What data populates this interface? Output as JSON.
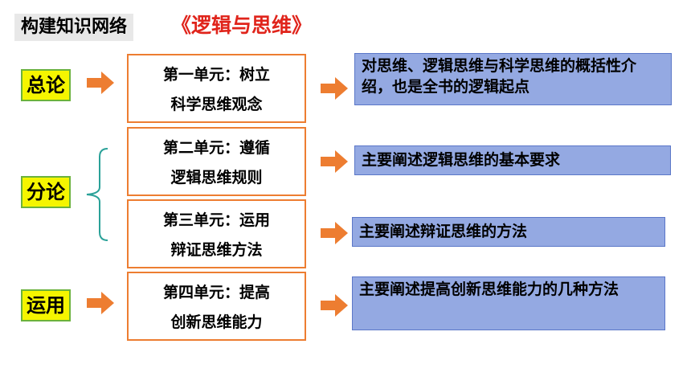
{
  "header": {
    "label": "构建知识网络",
    "title": "《逻辑与思维》"
  },
  "categories": {
    "general": "总论",
    "detailed": "分论",
    "application": "运用"
  },
  "units": [
    {
      "line1": "第一单元：树立",
      "line2": "科学思维观念"
    },
    {
      "line1": "第二单元：遵循",
      "line2": "逻辑思维规则"
    },
    {
      "line1": "第三单元：运用",
      "line2": "辩证思维方法"
    },
    {
      "line1": "第四单元：提高",
      "line2": "创新思维能力"
    }
  ],
  "descriptions": [
    "对思维、逻辑思维与科学思维的概括性介绍，也是全书的逻辑起点",
    "主要阐述逻辑思维的基本要求",
    "主要阐述辩证思维的方法",
    "主要阐述提高创新思维能力的几种方法"
  ],
  "colors": {
    "arrow": "#ed7d31",
    "title": "#e0241b",
    "category_bg": "#f5f500",
    "category_border": "#6bb23c",
    "desc_bg": "#94a9e2",
    "brace": "#2aa198"
  }
}
